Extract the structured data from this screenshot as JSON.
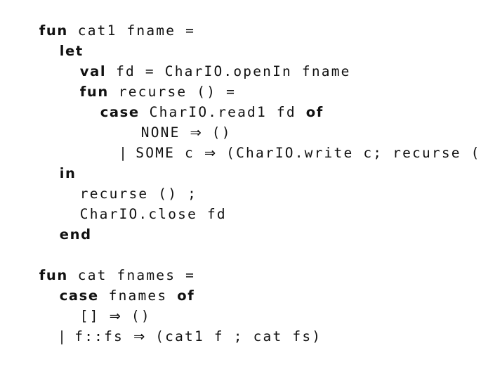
{
  "listing": {
    "tokens": {
      "l1_kw_fun": "fun",
      "l1_name": " cat1 fname =",
      "l2_kw_let": "let",
      "l3_kw_val": "val",
      "l3_rest": " fd = CharIO.openIn fname",
      "l4_kw_fun": "fun",
      "l4_rest": " recurse () =",
      "l5_kw_case": "case",
      "l5_mid": " CharIO.read1 fd ",
      "l5_kw_of": "of",
      "l6_none": "NONE ",
      "l6_arrow": "⇒",
      "l6_unit": " ()",
      "l7_bar": "|",
      "l7_some": " SOME c ",
      "l7_arrow": "⇒",
      "l7_rest": " (CharIO.write c; recurse ())",
      "l8_kw_in": "in",
      "l9_rest": "recurse () ;",
      "l10_rest": "CharIO.close fd",
      "l11_kw_end": "end",
      "l12_kw_fun": "fun",
      "l12_rest": " cat fnames =",
      "l13_kw_case": "case",
      "l13_mid": " fnames ",
      "l13_kw_of": "of",
      "l14_nil": "[] ",
      "l14_arrow": "⇒",
      "l14_unit": " ()",
      "l15_bar": "|",
      "l15_pat": " f::fs ",
      "l15_arrow": "⇒",
      "l15_rest": " (cat1 f ; cat fs)"
    }
  }
}
